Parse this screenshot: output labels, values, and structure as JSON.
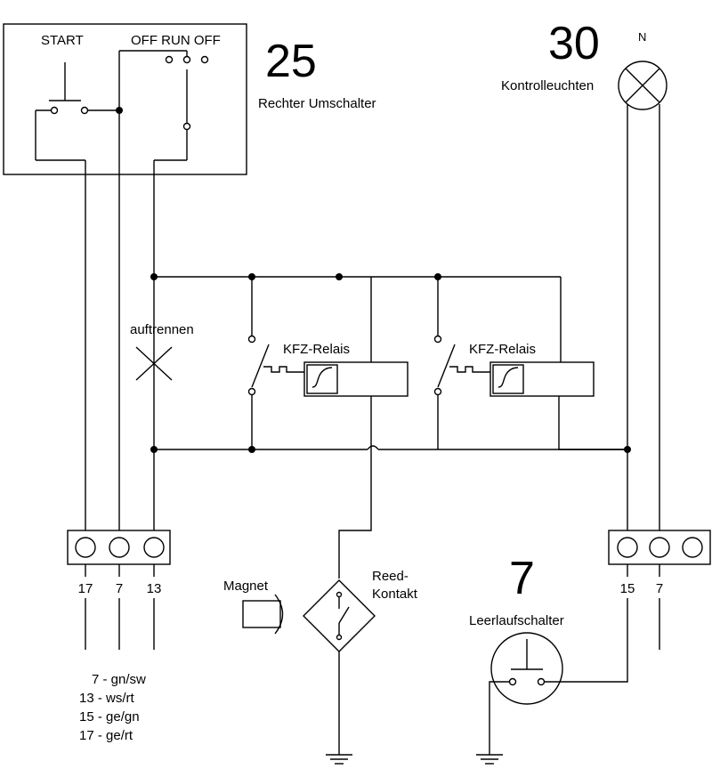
{
  "switch_box": {
    "start_label": "START",
    "positions_label": "OFF RUN OFF",
    "number": "25",
    "title": "Rechter Umschalter"
  },
  "lamp": {
    "number": "30",
    "neutral_label": "N",
    "title": "Kontrolleuchten"
  },
  "cut_label": "auftrennen",
  "relays": [
    {
      "label": "KFZ-Relais"
    },
    {
      "label": "KFZ-Relais"
    }
  ],
  "reed": {
    "magnet_label": "Magnet",
    "contact_label_line1": "Reed-",
    "contact_label_line2": "Kontakt"
  },
  "idle_switch": {
    "number": "7",
    "title": "Leerlaufschalter"
  },
  "connector_left": {
    "pins": [
      "17",
      "7",
      "13"
    ]
  },
  "connector_right": {
    "pins": [
      "15",
      "7"
    ]
  },
  "wire_legend": [
    "7 - gn/sw",
    "13 - ws/rt",
    "15 - ge/gn",
    "17 - ge/rt"
  ]
}
